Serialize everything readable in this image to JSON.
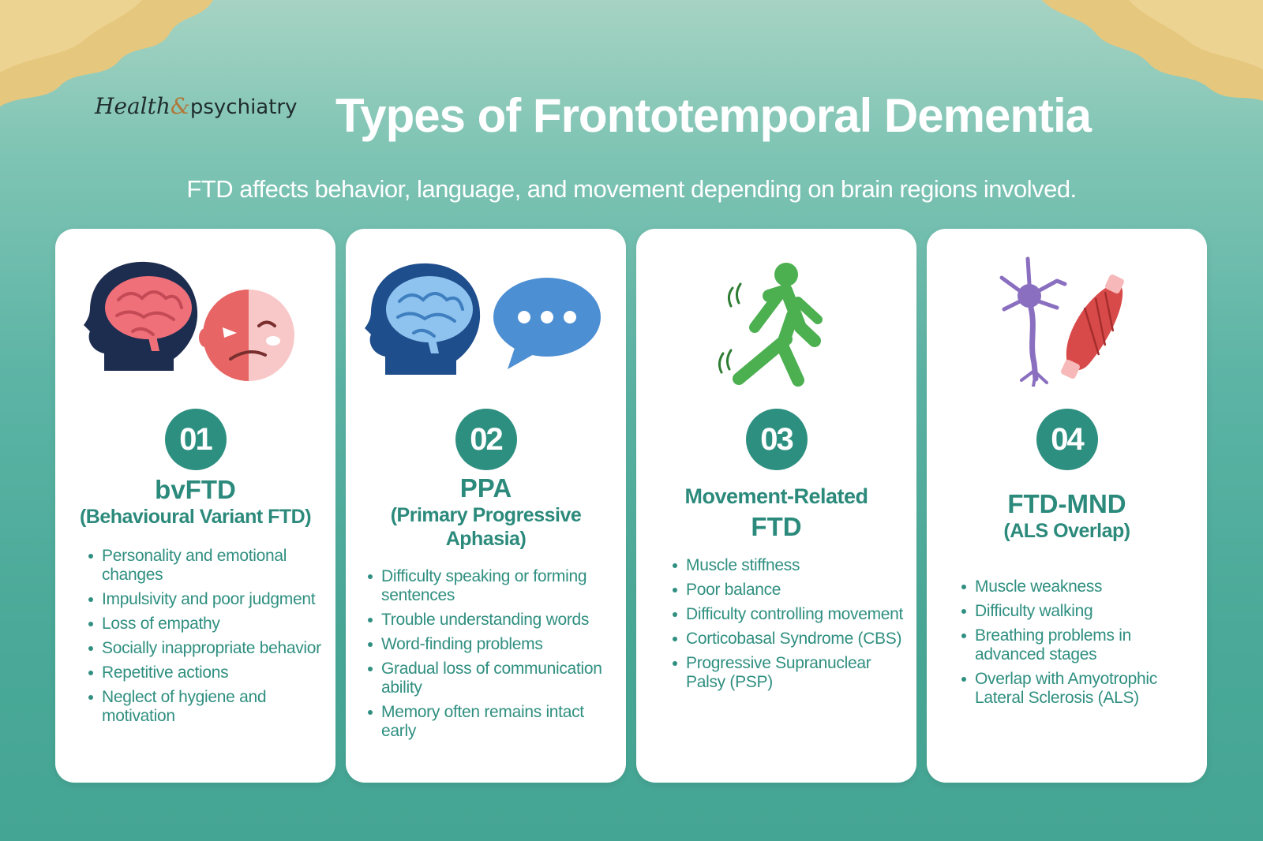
{
  "header": {
    "logo_script": "Health",
    "logo_amp": "&",
    "logo_plain": "psychiatry",
    "title": "Types of Frontotemporal Dementia",
    "subtitle": "FTD affects behavior, language, and movement depending on brain regions involved."
  },
  "colors": {
    "background_top": "#a6d3c3",
    "background_bottom": "#45a594",
    "accent_teal": "#2d8f80",
    "card": "#ffffff",
    "gold_splash": "#e6c77e"
  },
  "cards": [
    {
      "number": "01",
      "title": "bvFTD",
      "subtitle": "(Behavioural Variant FTD)",
      "icons": [
        "brain-head-icon",
        "two-face-mask-icon"
      ],
      "bullets": [
        "Personality and emotional changes",
        "Impulsivity and poor judgment",
        "Loss of empathy",
        "Socially inappropriate behavior",
        "Repetitive actions",
        "Neglect of hygiene and motivation"
      ]
    },
    {
      "number": "02",
      "title": "PPA",
      "subtitle": "(Primary Progressive Aphasia)",
      "icons": [
        "brain-head-icon",
        "speech-bubble-icon"
      ],
      "bullets": [
        "Difficulty speaking or forming sentences",
        "Trouble understanding words",
        "Word-finding problems",
        "Gradual loss of communication ability",
        "Memory often remains intact early"
      ]
    },
    {
      "number": "03",
      "title_line1": "Movement-Related",
      "title_line2": "FTD",
      "icons": [
        "walking-person-icon"
      ],
      "bullets": [
        "Muscle stiffness",
        "Poor balance",
        "Difficulty controlling movement",
        "Corticobasal Syndrome (CBS)",
        "Progressive Supranuclear Palsy (PSP)"
      ]
    },
    {
      "number": "04",
      "title": "FTD-MND",
      "subtitle": "(ALS Overlap)",
      "icons": [
        "neuron-icon",
        "muscle-icon"
      ],
      "bullets": [
        "Muscle weakness",
        "Difficulty walking",
        "Breathing problems in advanced stages",
        "Overlap with Amyotrophic Lateral Sclerosis (ALS)"
      ]
    }
  ]
}
